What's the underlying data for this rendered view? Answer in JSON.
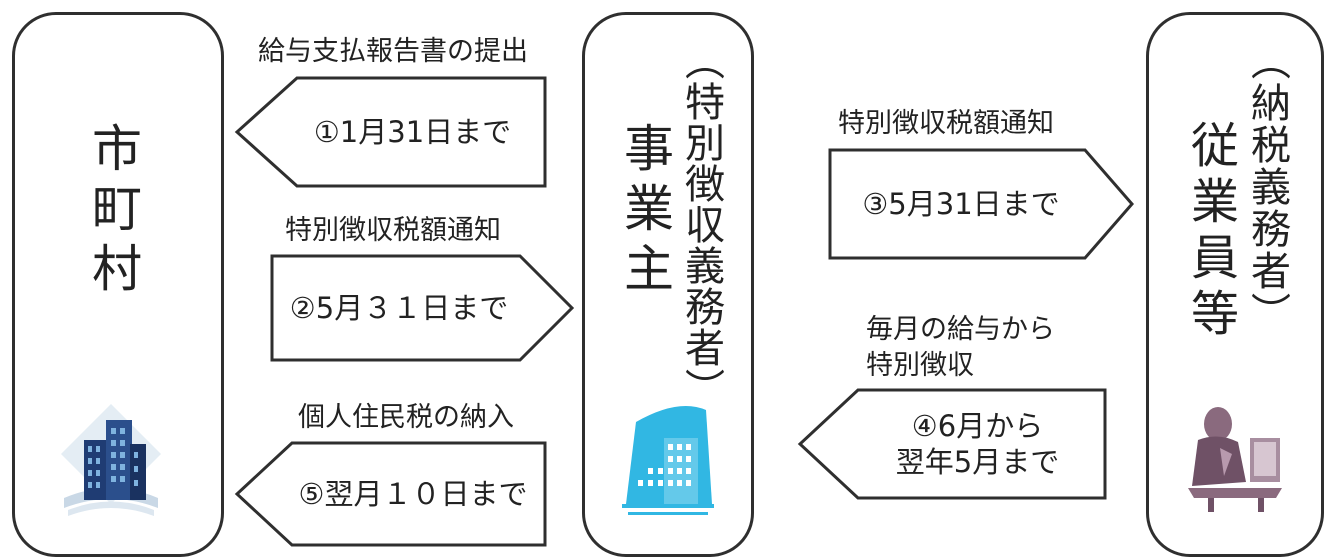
{
  "entities": {
    "municipality": "市町村",
    "employer_main": "事業主",
    "employer_sub": "（特別徴収義務者）",
    "employee_main": "従業員等",
    "employee_sub": "（納税義務者）"
  },
  "flows": [
    {
      "label": "給与支払報告書の提出",
      "deadline": "①1月31日まで"
    },
    {
      "label": "特別徴収税額通知",
      "deadline": "②5月３１日まで"
    },
    {
      "label": "個人住民税の納入",
      "deadline": "⑤翌月１０日まで"
    },
    {
      "label": "特別徴収税額通知",
      "deadline": "③5月31日まで"
    },
    {
      "label_line1": "毎月の給与から",
      "label_line2": "特別徴収",
      "deadline_line1": "④6月から",
      "deadline_line2": "翌年5月まで"
    }
  ],
  "icons": [
    "office-buildings-icon",
    "company-building-icon",
    "office-worker-icon"
  ],
  "colors": {
    "border": "#2f2f2f",
    "building_navy": "#1f3c73",
    "building_cyan": "#31b7e3",
    "worker_mauve": "#8a6a7e"
  }
}
